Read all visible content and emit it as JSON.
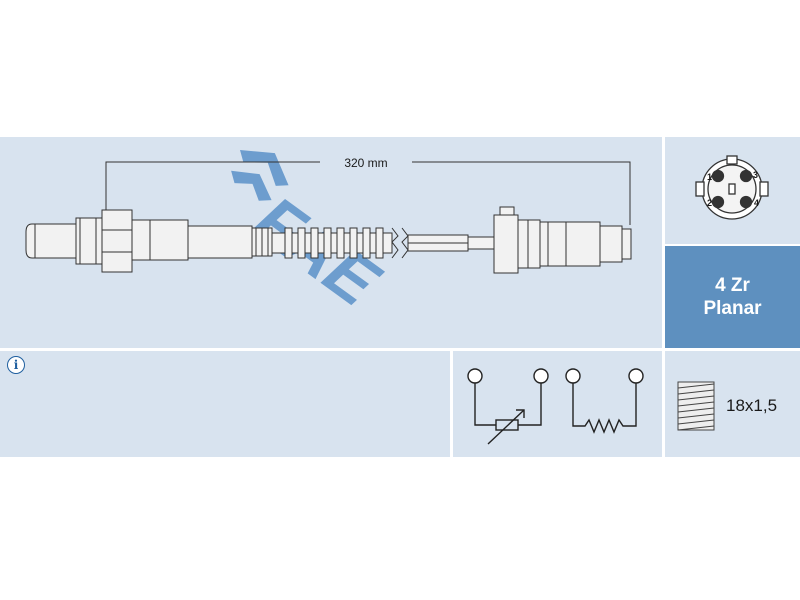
{
  "brand": {
    "logo_text": "FAE",
    "logo_color": "#3f7fbf"
  },
  "dimension": {
    "cable_length": "320 mm"
  },
  "connector": {
    "pins": [
      "1",
      "2",
      "3",
      "4"
    ]
  },
  "sensor_type": {
    "line1": "4 Zr",
    "line2": "Planar"
  },
  "info": {
    "icon": "info-icon"
  },
  "circuit": {
    "symbols": [
      "variable-resistor-icon",
      "heater-resistor-icon"
    ]
  },
  "thread": {
    "size": "18x1,5",
    "icon": "thread-icon"
  },
  "colors": {
    "panel": "#d8e3ef",
    "accent": "#5e90bf",
    "line": "#1a1a1a"
  }
}
